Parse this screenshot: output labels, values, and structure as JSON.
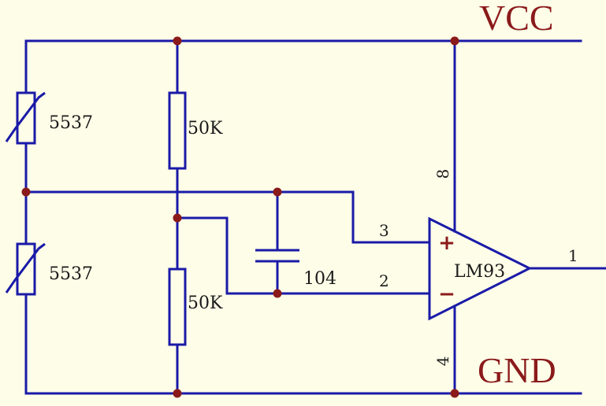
{
  "rails": {
    "vcc": "VCC",
    "gnd": "GND"
  },
  "thermistors": {
    "top": "5537",
    "bottom": "5537"
  },
  "resistors": {
    "top": "50K",
    "bottom": "50K"
  },
  "capacitor": {
    "value": "104"
  },
  "opamp": {
    "name": "LM93",
    "plus_sign": "+",
    "minus_sign": "−",
    "pins": {
      "vplus": "8",
      "in_plus": "3",
      "in_minus": "2",
      "gnd": "4",
      "out": "1"
    }
  },
  "colors": {
    "wire": "#1a1aa8",
    "junction": "#8b1a1a",
    "rail_label": "#8b1a1a",
    "background": "#fdfde8"
  }
}
